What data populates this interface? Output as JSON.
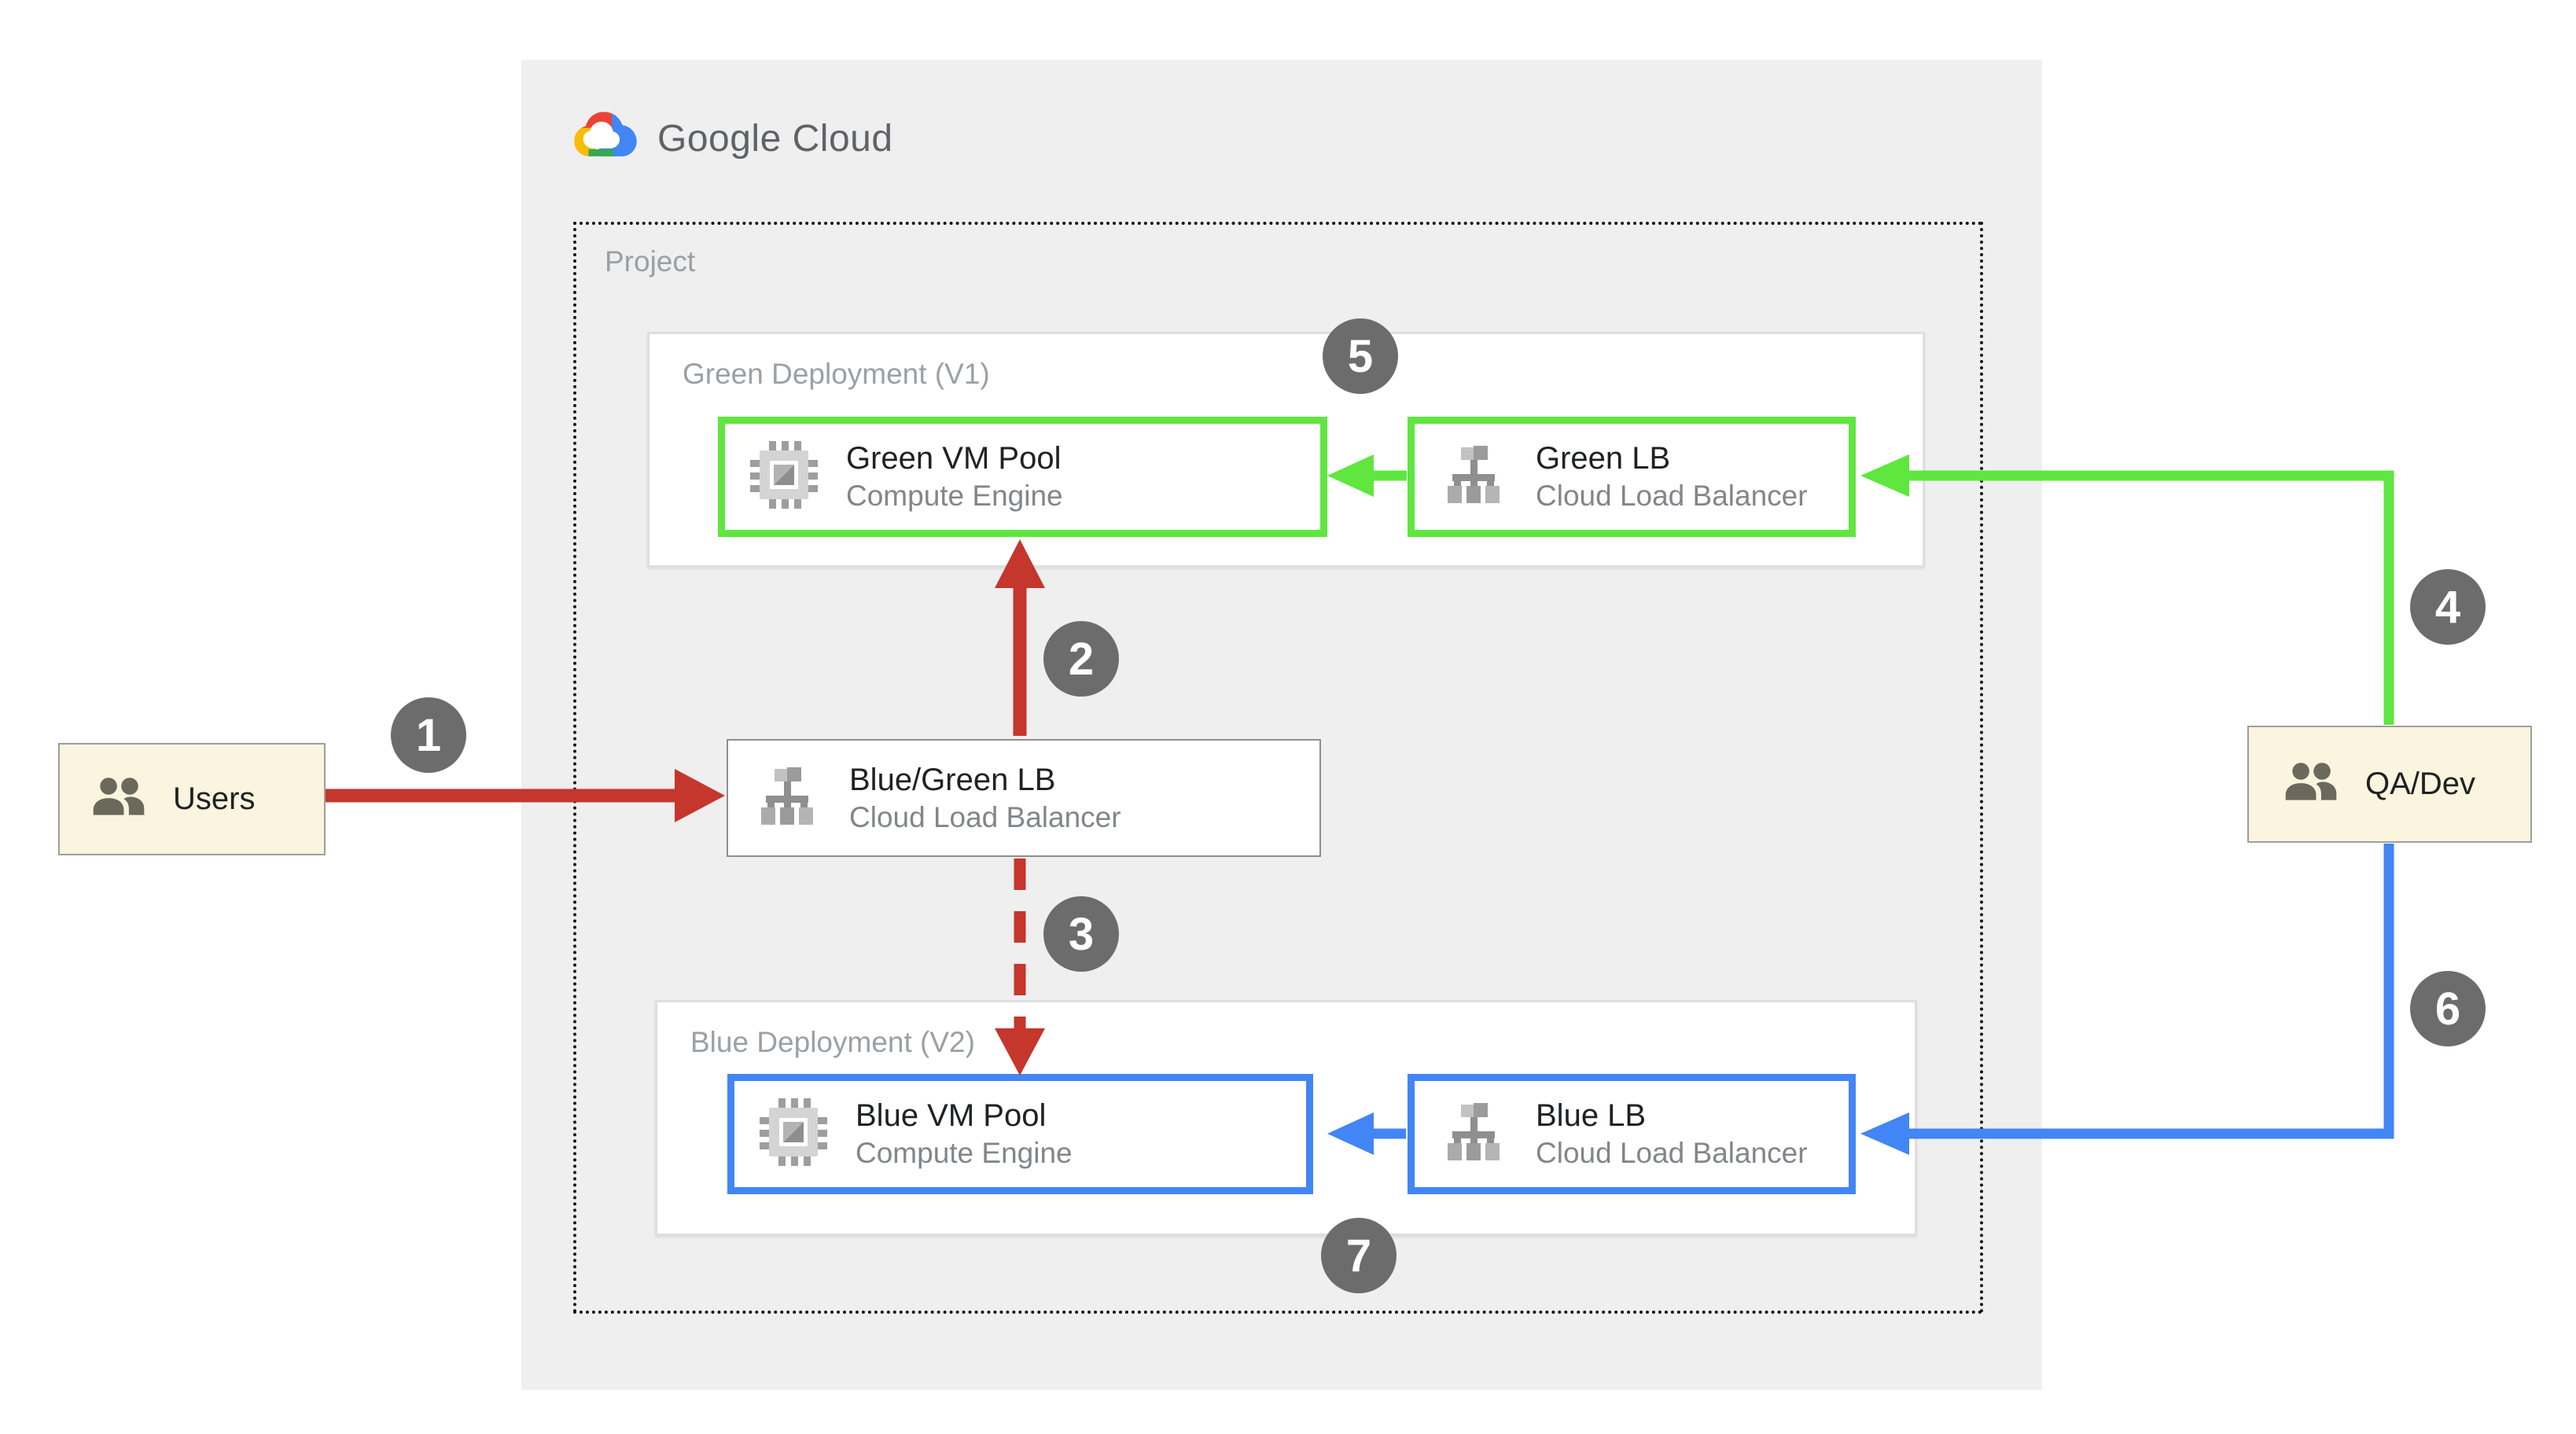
{
  "logo": {
    "text": "Google Cloud"
  },
  "project": {
    "label": "Project"
  },
  "groups": {
    "green": {
      "label": "Green Deployment (V1)"
    },
    "blue": {
      "label": "Blue Deployment (V2)"
    }
  },
  "nodes": {
    "green_vm": {
      "title": "Green VM Pool",
      "subtitle": "Compute Engine",
      "icon": "compute-engine-icon"
    },
    "green_lb": {
      "title": "Green LB",
      "subtitle": "Cloud Load Balancer",
      "icon": "load-balancer-icon"
    },
    "bluegreen_lb": {
      "title": "Blue/Green LB",
      "subtitle": "Cloud Load Balancer",
      "icon": "load-balancer-icon"
    },
    "blue_vm": {
      "title": "Blue VM Pool",
      "subtitle": "Compute Engine",
      "icon": "compute-engine-icon"
    },
    "blue_lb": {
      "title": "Blue LB",
      "subtitle": "Cloud Load Balancer",
      "icon": "load-balancer-icon"
    }
  },
  "actors": {
    "users": {
      "label": "Users",
      "icon": "users-icon"
    },
    "qadev": {
      "label": "QA/Dev",
      "icon": "users-icon"
    }
  },
  "badges": [
    "1",
    "2",
    "3",
    "4",
    "5",
    "6",
    "7"
  ],
  "colors": {
    "red_arrow": "#c5362c",
    "green_accent": "#5fe63f",
    "blue_accent": "#4285f4",
    "badge_gray": "#6c6c6c",
    "panel_gray": "#efefef",
    "actor_cream": "#fbf4de",
    "label_gray": "#9aa0a6",
    "subtitle_gray": "#82868b",
    "title_black": "#202124",
    "logo_gray": "#5f6368"
  }
}
